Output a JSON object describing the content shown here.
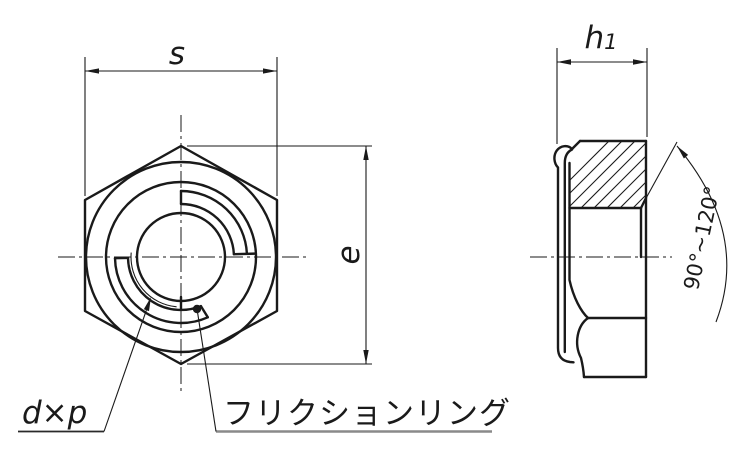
{
  "drawing": {
    "front_view": {
      "dim_width_across_flats": "s",
      "dim_width_across_corners": "e",
      "thread_callout": "d×p",
      "friction_ring_callout": "フリクションリング"
    },
    "side_view": {
      "dim_height_label": "h",
      "dim_height_subscript": "1",
      "chamfer_angle_label": "90°~120°"
    },
    "colors": {
      "line": "#1a1a1a",
      "background": "#ffffff",
      "callout_underline_gray": "#8a8a8a"
    }
  }
}
